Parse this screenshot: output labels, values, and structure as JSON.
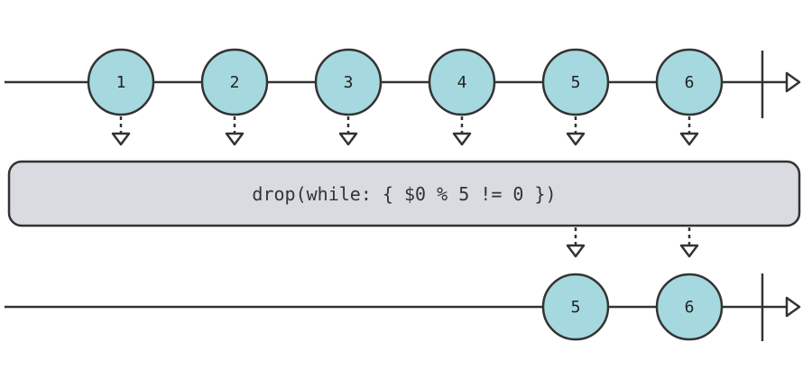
{
  "operator": {
    "label": "drop(while: { $0 % 5 != 0 })"
  },
  "input_stream": {
    "values": [
      "1",
      "2",
      "3",
      "4",
      "5",
      "6"
    ]
  },
  "output_stream": {
    "values": [
      "5",
      "6"
    ]
  },
  "colors": {
    "marble_fill": "#a6d9df",
    "operator_fill": "#d9dbe0",
    "stroke": "#333333",
    "background": "#ffffff"
  }
}
